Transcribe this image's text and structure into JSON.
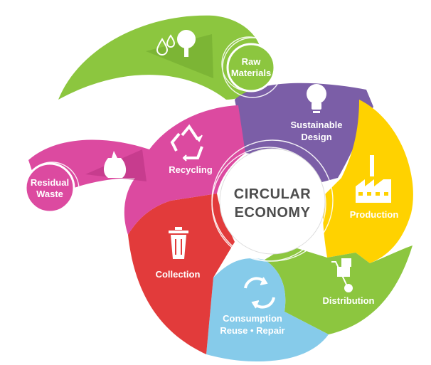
{
  "center": {
    "line1": "CIRCULAR",
    "line2": "ECONOMY"
  },
  "stages": {
    "raw_materials": {
      "line1": "Raw",
      "line2": "Materials",
      "color": "#8cc63f",
      "icon": "water-drops-and-tree-icon"
    },
    "sustainable_design": {
      "line1": "Sustainable",
      "line2": "Design",
      "color": "#7b5ea7",
      "icon": "light-bulb-icon"
    },
    "production": {
      "label": "Production",
      "color": "#ffd200",
      "icon": "factory-icon"
    },
    "distribution": {
      "label": "Distribution",
      "color": "#8cc63f",
      "icon": "hand-truck-icon"
    },
    "consumption": {
      "line1": "Consumption",
      "line2": "Reuse • Repair",
      "color": "#86cbea",
      "icon": "refresh-arrows-icon"
    },
    "collection": {
      "label": "Collection",
      "color": "#e23b3b",
      "icon": "trash-bin-icon"
    },
    "recycling": {
      "label": "Recycling",
      "color": "#dc4aa0",
      "icon": "recycle-icon"
    },
    "residual_waste": {
      "line1": "Residual",
      "line2": "Waste",
      "color": "#dc4aa0",
      "icon": "garbage-bag-icon"
    }
  }
}
